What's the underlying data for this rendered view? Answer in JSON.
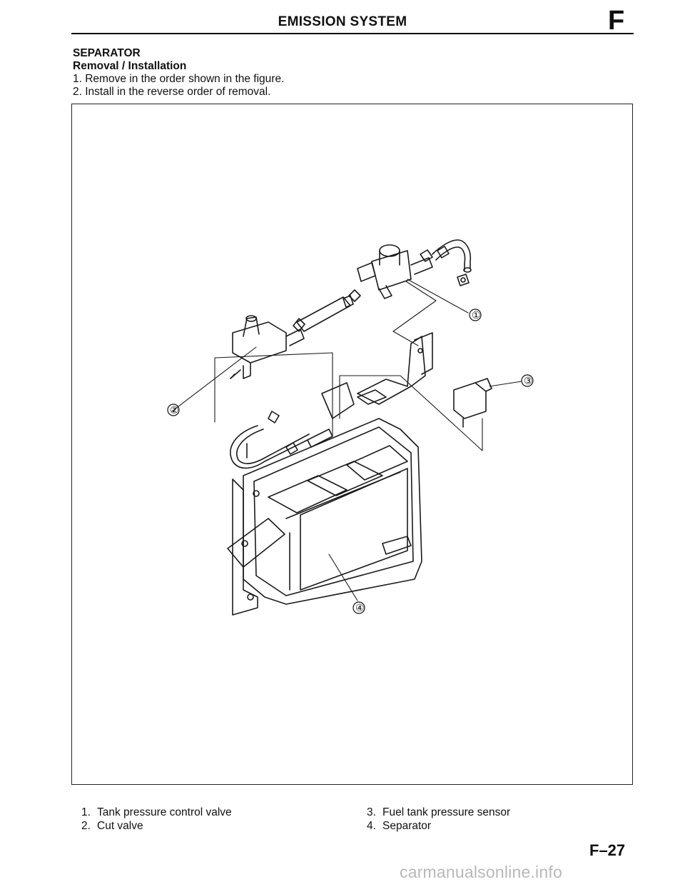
{
  "header": {
    "title": "EMISSION SYSTEM",
    "section_letter": "F"
  },
  "section": {
    "heading": "SEPARATOR",
    "subheading": "Removal / Installation",
    "steps": [
      "1. Remove in the order shown in the figure.",
      "2. Install in the reverse order of removal."
    ]
  },
  "figure": {
    "callouts": [
      "①",
      "②",
      "③",
      "④"
    ]
  },
  "legend": {
    "items": [
      {
        "num": "1.",
        "label": "Tank pressure control valve"
      },
      {
        "num": "2.",
        "label": "Cut valve"
      },
      {
        "num": "3.",
        "label": "Fuel tank pressure sensor"
      },
      {
        "num": "4.",
        "label": "Separator"
      }
    ]
  },
  "footer": {
    "page_number": "F–27",
    "watermark": "carmanualsonline.info"
  }
}
